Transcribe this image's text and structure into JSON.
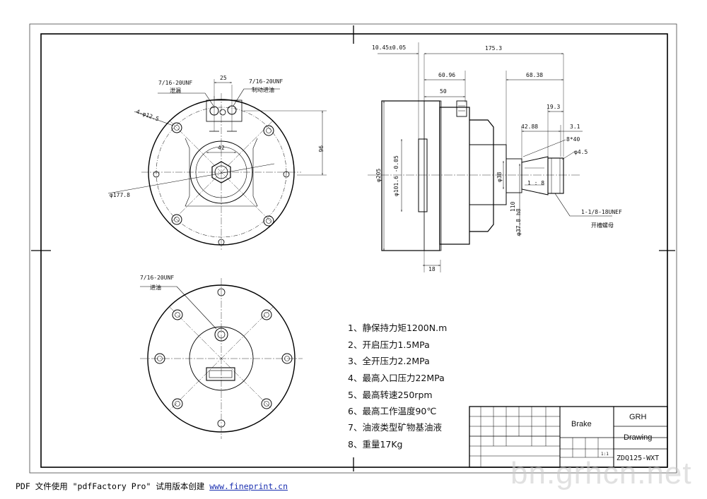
{
  "top_view": {
    "callout_left": "7/16-20UNF",
    "callout_left_sub": "泄漏",
    "callout_right": "7/16-20UNF",
    "callout_right_sub": "制动进油",
    "dim_25": "25",
    "dim_holes": "4-φ12.5",
    "dim_42": "42",
    "dim_96": "96",
    "dim_177": "φ177.8"
  },
  "bottom_view": {
    "callout": "7/16-20UNF",
    "callout_sub": "进油"
  },
  "side_view": {
    "dim_10_45": "10.45±0.05",
    "dim_175_3": "175.3",
    "dim_60_96": "60.96",
    "dim_50": "50",
    "dim_68_38": "68.38",
    "dim_19_3": "19.3",
    "dim_42_88": "42.88",
    "dim_3_1": "3.1",
    "dim_8x40": "8*40",
    "dim_4_5": "φ4.5",
    "dim_205": "φ205",
    "dim_101": "φ101.6 -0.05",
    "dim_38": "φ38",
    "dim_ratio": "1 : 8",
    "dim_110": "110",
    "dim_37_8": "φ37.8 h8",
    "dim_18": "18",
    "thread_callout": "1-1/8-18UNEF",
    "thread_sub": "开槽螺母"
  },
  "notes": [
    "1、静保持力矩1200N.m",
    "2、开启压力1.5MPa",
    "3、全开压力2.2MPa",
    "4、最高入口压力22MPa",
    "5、最高转速250rpm",
    "6、最高工作温度90℃",
    "7、油液类型矿物基油液",
    "8、重量17Kg"
  ],
  "title_block": {
    "name": "Brake",
    "company": "GRH",
    "doc_type": "Drawing",
    "part_no": "ZDQ125-WXT",
    "scale": "1:1"
  },
  "footer": {
    "prefix": "PDF 文件使用 \"pdfFactory Pro\" 试用版本创建 ",
    "link": "www.fineprint.cn"
  },
  "watermark": "bn.grhcn.net"
}
